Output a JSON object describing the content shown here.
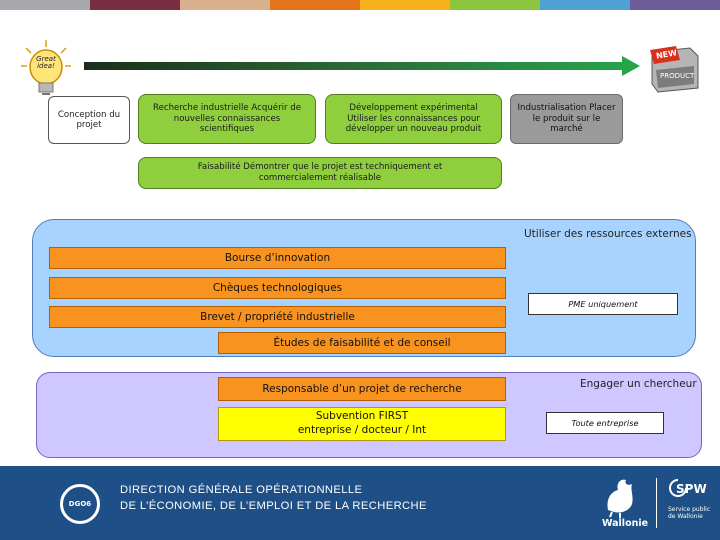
{
  "colors": {
    "top_bar": [
      "#a7a9ac",
      "#7a2d43",
      "#d9b08c",
      "#e5741a",
      "#f7b21b",
      "#8cc63f",
      "#4ea1d3",
      "#6d5c9a"
    ],
    "green_box": "#8fcf3e",
    "orange_box": "#f7931e",
    "yellow_box": "#ffff00",
    "blue_panel": "#a9d3ff",
    "purple_panel": "#cfc7ff",
    "footer": "#1e4f86"
  },
  "icons": {
    "idea": "lightbulb-icon",
    "product": "new-product-box-icon",
    "timeline": "arrow-right-icon"
  },
  "lightbulb_text": "Great idea!",
  "product_badge": "NEW",
  "product_label": "PRODUCT",
  "phases": {
    "conception": "Conception du projet",
    "recherche": "Recherche industrielle Acquérir de nouvelles connaissances scientifiques",
    "developpement": "Développement expérimental Utiliser les connaissances pour développer un nouveau produit",
    "industrialisation": "Industrialisation Placer le produit sur le marché",
    "faisabilite": "Faisabilité Démontrer que le projet est techniquement et commercialement réalisable"
  },
  "external": {
    "title": "Utiliser des ressources externes",
    "bourse": "Bourse d’innovation",
    "cheques": "Chèques technologiques",
    "pme": "PME uniquement",
    "brevet": "Brevet / propriété industrielle",
    "etudes": "Études de faisabilité et de conseil"
  },
  "researcher": {
    "title": "Engager un chercheur",
    "responsable": "Responsable d’un projet de recherche",
    "subvention_line1": "Subvention FIRST",
    "subvention_line2": "entreprise / docteur / Int",
    "toute": "Toute entreprise"
  },
  "footer": {
    "line1": "DIRECTION GÉNÉRALE OPÉRATIONNELLE",
    "line2": "DE L’ÉCONOMIE, DE L’EMPLOI ET DE LA RECHERCHE",
    "dgo_badge": "DGO6",
    "wallonie": "Wallonie",
    "spw": "SPW",
    "spw_sub1": "Service public",
    "spw_sub2": "de Wallonie"
  }
}
